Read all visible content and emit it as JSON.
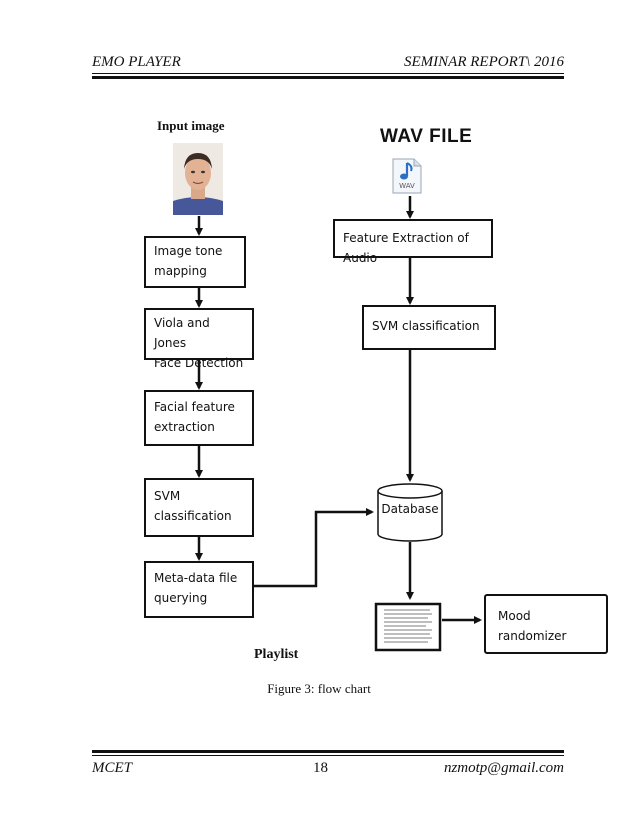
{
  "header": {
    "left": "EMO PLAYER",
    "right": "SEMINAR REPORT\\ 2016"
  },
  "flowchart": {
    "input_label": "Input image",
    "wav_label": "WAV FILE",
    "wav_icon_text": "WAV",
    "left_boxes": [
      {
        "line1": "Image tone",
        "line2": "mapping"
      },
      {
        "line1": "Viola and Jones",
        "line2": "Face Detection"
      },
      {
        "line1": "Facial feature",
        "line2": "extraction"
      },
      {
        "line1": "SVM",
        "line2": "classification"
      },
      {
        "line1": "Meta-data file",
        "line2": "querying"
      }
    ],
    "feature_box": "Feature Extraction of Audio",
    "svm_right_box": "SVM classification",
    "database_label": "Database",
    "mood_box": {
      "line1": "Mood",
      "line2": "randomizer"
    },
    "playlist_label": "Playlist"
  },
  "caption": "Figure 3: flow chart",
  "footer": {
    "left": "MCET",
    "page": "18",
    "right": "nzmotp@gmail.com"
  }
}
